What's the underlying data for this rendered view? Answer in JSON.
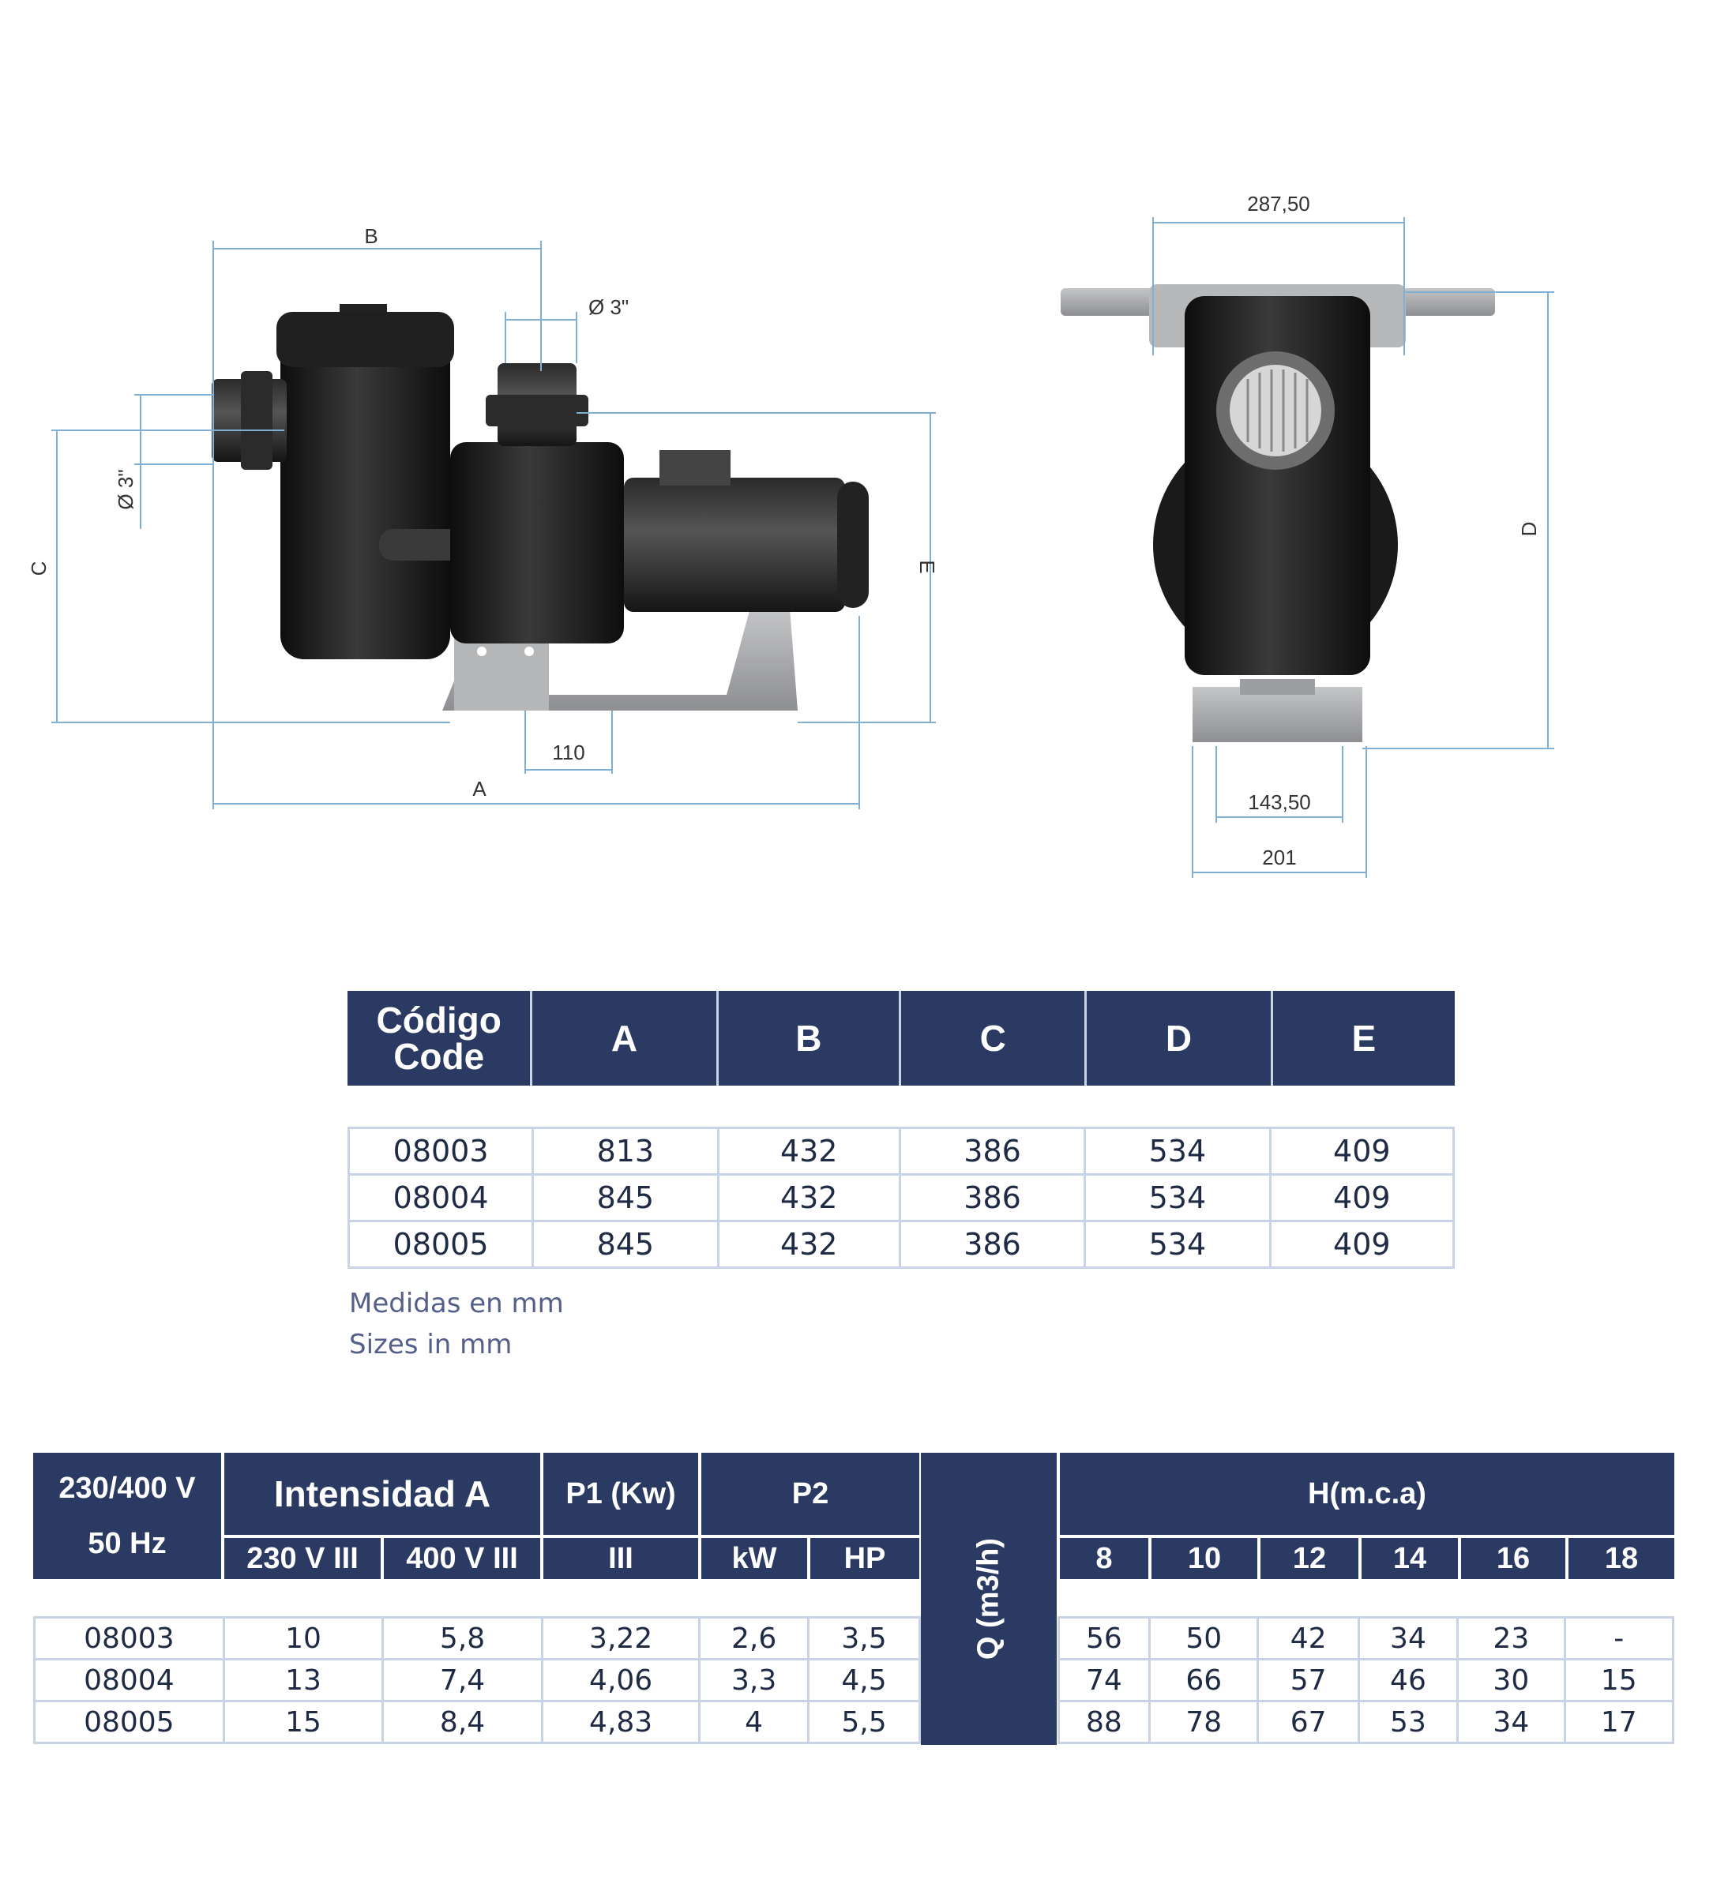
{
  "drawing": {
    "side_view": {
      "dim_B": "B",
      "dim_A": "A",
      "dim_C": "C",
      "dim_E": "E",
      "dim_outlet": "Ø 3\"",
      "dim_inlet": "Ø 3\"",
      "dim_base": "110"
    },
    "front_view": {
      "dim_top": "287,50",
      "dim_D": "D",
      "dim_foot_inner": "143,50",
      "dim_foot_outer": "201"
    }
  },
  "dimensions_table": {
    "header": {
      "code_es": "Código",
      "code_en": "Code",
      "cols": [
        "A",
        "B",
        "C",
        "D",
        "E"
      ]
    },
    "rows": [
      [
        "08003",
        "813",
        "432",
        "386",
        "534",
        "409"
      ],
      [
        "08004",
        "845",
        "432",
        "386",
        "534",
        "409"
      ],
      [
        "08005",
        "845",
        "432",
        "386",
        "534",
        "409"
      ]
    ],
    "note_es": "Medidas en mm",
    "note_en": "Sizes in mm"
  },
  "performance_table": {
    "header": {
      "voltage": "230/400 V",
      "freq": "50 Hz",
      "intensity": "Intensidad A",
      "int_230": "230 V III",
      "int_400": "400 V III",
      "p1": "P1 (Kw)",
      "p1_sub": "III",
      "p2": "P2",
      "p2_kw": "kW",
      "p2_hp": "HP",
      "q": "Q (m3/h)",
      "h": "H(m.c.a)",
      "h_cols": [
        "8",
        "10",
        "12",
        "14",
        "16",
        "18"
      ]
    },
    "rows": [
      [
        "08003",
        "10",
        "5,8",
        "3,22",
        "2,6",
        "3,5",
        "56",
        "50",
        "42",
        "34",
        "23",
        "-"
      ],
      [
        "08004",
        "13",
        "7,4",
        "4,06",
        "3,3",
        "4,5",
        "74",
        "66",
        "57",
        "46",
        "30",
        "15"
      ],
      [
        "08005",
        "15",
        "8,4",
        "4,83",
        "4",
        "5,5",
        "88",
        "78",
        "67",
        "53",
        "34",
        "17"
      ]
    ]
  },
  "colors": {
    "header_bg": "#2b3a63",
    "border": "#c9d3e6",
    "pump_body": "#1c1c1c",
    "base_grey": "#a9aaac"
  }
}
